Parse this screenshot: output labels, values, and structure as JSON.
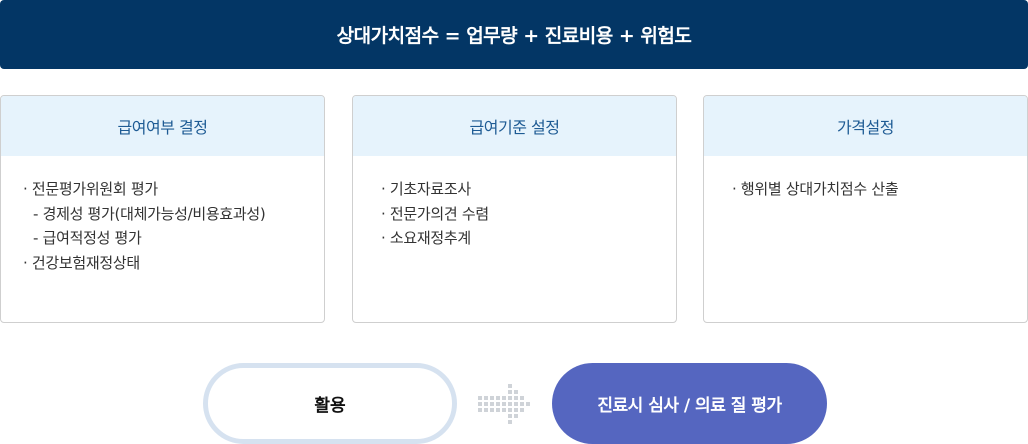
{
  "banner": {
    "formula": "상대가치점수 = 업무량 + 진료비용 + 위험도"
  },
  "cards": [
    {
      "title": "급여여부 결정",
      "items": [
        {
          "text": "· 전문평가위원회 평가",
          "level": 0
        },
        {
          "text": "- 경제성 평가(대체가능성/비용효과성)",
          "level": 1
        },
        {
          "text": "- 급여적정성 평가",
          "level": 1
        },
        {
          "text": "· 건강보험재정상태",
          "level": 0
        }
      ]
    },
    {
      "title": "급여기준 설정",
      "items": [
        {
          "text": "· 기초자료조사",
          "level": 0
        },
        {
          "text": "· 전문가의견 수렴",
          "level": 0
        },
        {
          "text": "· 소요재정추계",
          "level": 0
        }
      ]
    },
    {
      "title": "가격설정",
      "items": [
        {
          "text": "· 행위별 상대가치점수 산출",
          "level": 0
        }
      ]
    }
  ],
  "flow": {
    "source_label": "활용",
    "arrow_icon": "dotted-arrow-right-icon",
    "target_label": "진료시 심사 / 의료 질 평가"
  },
  "colors": {
    "banner_bg": "#033665",
    "card_header_bg": "#e6f3fc",
    "card_header_text": "#1e5b94",
    "pill_border": "#d6e2f0",
    "pill_accent": "#5566c0"
  }
}
